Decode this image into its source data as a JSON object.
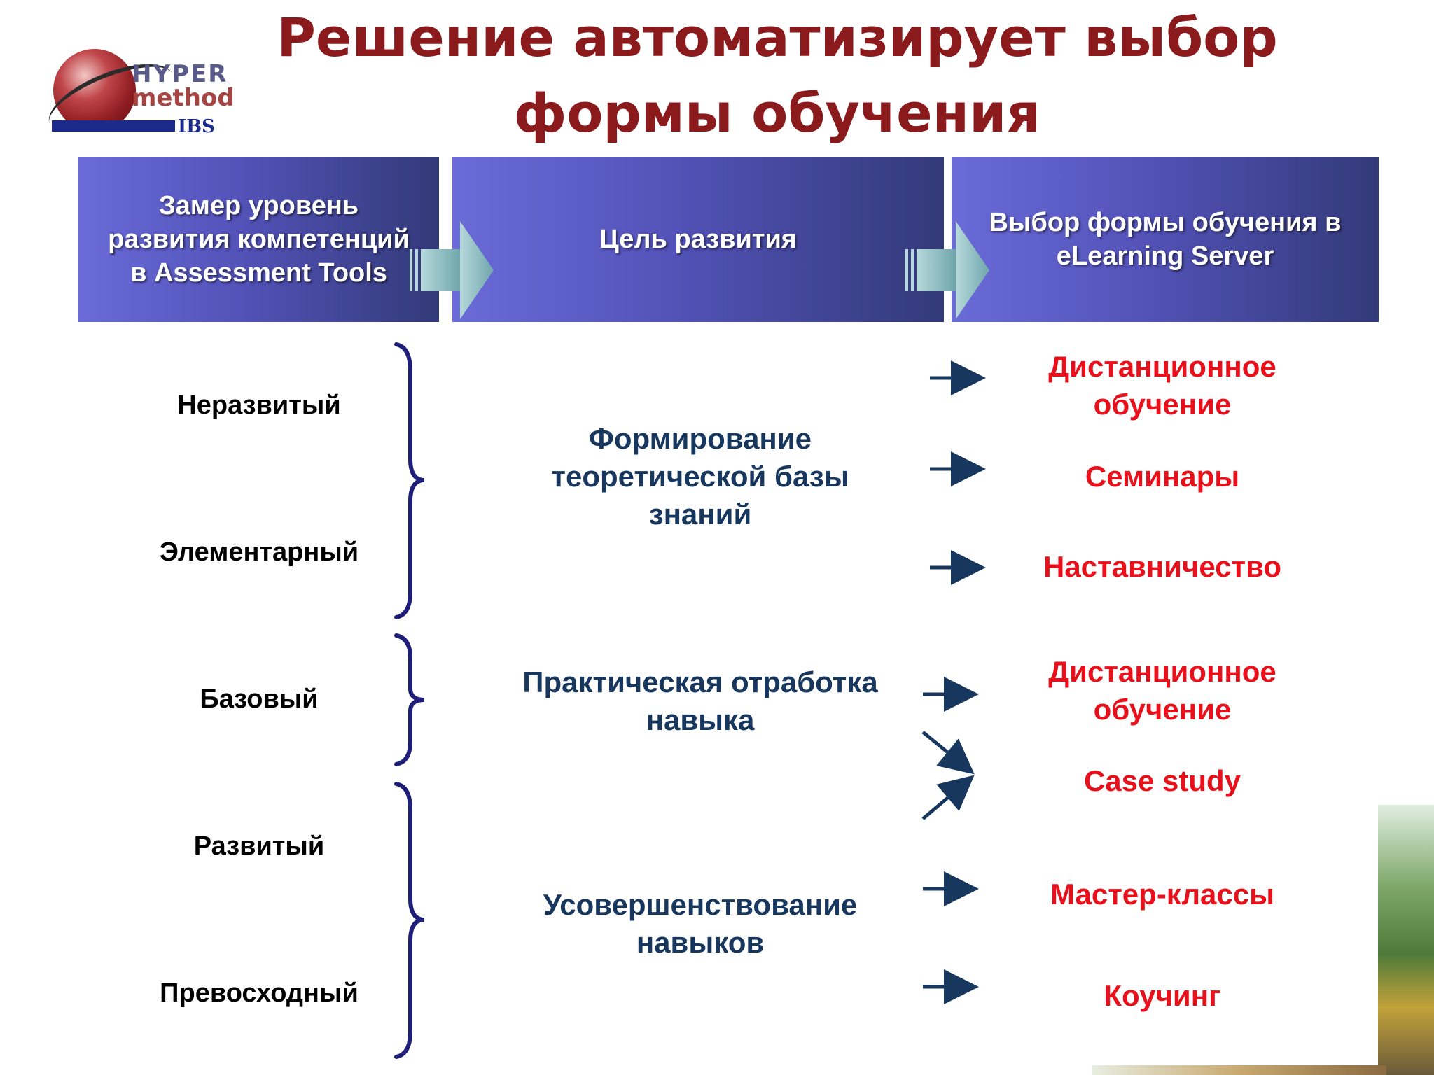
{
  "title": {
    "line1": "Решение автоматизирует выбор",
    "line2": "формы обучения"
  },
  "logo": {
    "hyper": "HYPER",
    "method": "method",
    "ibs": "IBS"
  },
  "header": {
    "box1": [
      "Замер уровень",
      "развития компетенций",
      "в Assessment Tools"
    ],
    "box2": "Цель развития",
    "box3": [
      "Выбор формы обучения в",
      "eLearning Server"
    ]
  },
  "levels": [
    "Неразвитый",
    "Элементарный",
    "Базовый",
    "Развитый",
    "Превосходный"
  ],
  "goals": [
    [
      "Формирование",
      "теоретической базы",
      "знаний"
    ],
    [
      "Практическая отработка",
      "навыка"
    ],
    [
      "Усовершенствование",
      "навыков"
    ]
  ],
  "forms": [
    [
      "Дистанционное",
      "обучение"
    ],
    [
      "Семинары"
    ],
    [
      "Наставничество"
    ],
    [
      "Дистанционное",
      "обучение"
    ],
    [
      "Case study"
    ],
    [
      "Мастер-классы"
    ],
    [
      "Коучинг"
    ]
  ],
  "colors": {
    "title": "#8b1a1c",
    "goal_text": "#17375e",
    "form_text": "#e8101a",
    "brace": "#1f1f7a",
    "arrow": "#17375e"
  }
}
